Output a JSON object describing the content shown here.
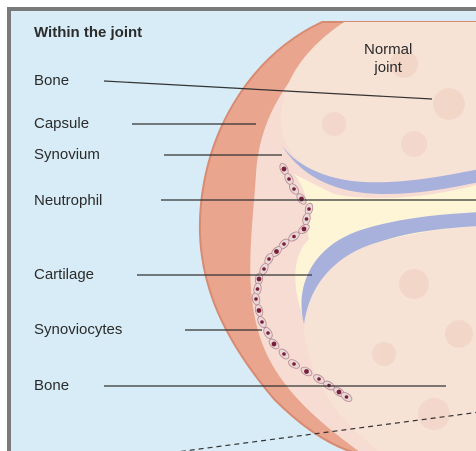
{
  "diagram": {
    "title": "Within the joint",
    "annotation": [
      "Normal",
      "joint"
    ],
    "labels": [
      "Bone",
      "Capsule",
      "Synovium",
      "Neutrophil",
      "Cartilage",
      "Synoviocytes",
      "Bone"
    ]
  },
  "colors": {
    "background": "#d7ecf6",
    "capsule": "#e9a58d",
    "capsule_outline": "#d98a72",
    "synovium": "#f6dcd2",
    "bone": "#f7e2d6",
    "cartilage": "#fdf5d6",
    "cartilage_blue": "#a7b1dc",
    "cell": "#e9d8d8",
    "cell_nucleus": "#7a1f3a",
    "line": "#333333"
  }
}
